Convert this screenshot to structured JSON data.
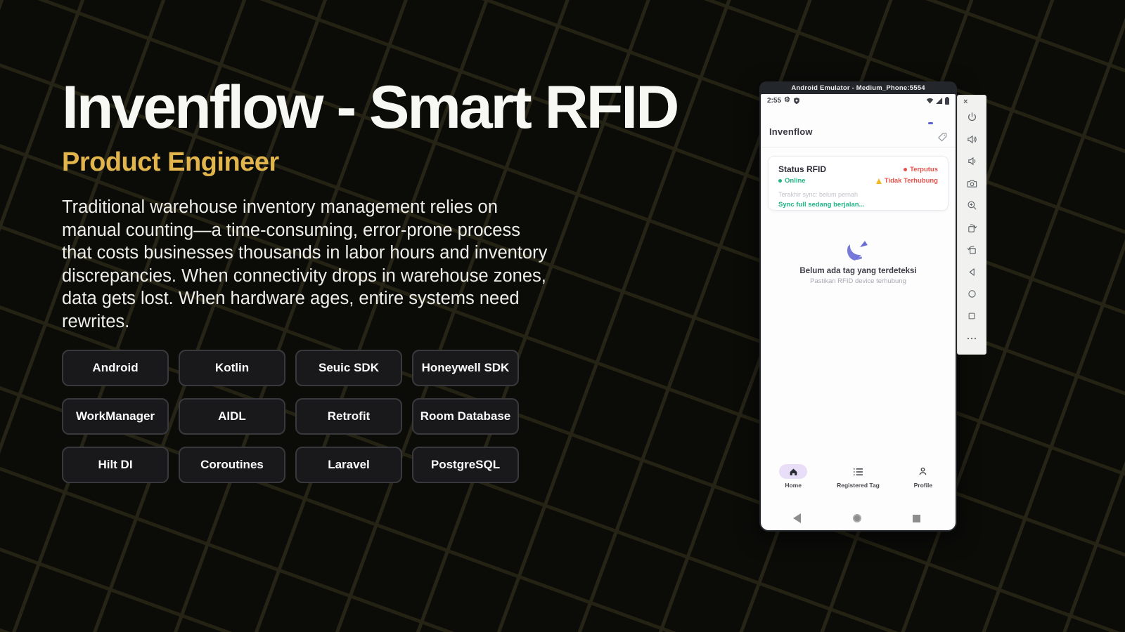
{
  "page": {
    "background": "#0b0b08",
    "grid_line_color": "#262417"
  },
  "hero": {
    "title": "Invenflow - Smart RFID",
    "role": "Product Engineer",
    "role_color": "#e2b54c",
    "description": "Traditional warehouse inventory management relies on manual counting—a time-consuming, error-prone process that costs businesses thousands in labor hours and inventory discrepancies. When connectivity drops in warehouse zones, data gets lost. When hardware ages, entire systems need rewrites."
  },
  "tech_stack": [
    "Android",
    "Kotlin",
    "Seuic SDK",
    "Honeywell SDK",
    "WorkManager",
    "AIDL",
    "Retrofit",
    "Room Database",
    "Hilt DI",
    "Coroutines",
    "Laravel",
    "PostgreSQL"
  ],
  "emulator": {
    "window_title": "Android Emulator - Medium_Phone:5554",
    "statusbar": {
      "time": "2:55",
      "gear_glyph": "⚙"
    },
    "toolbar": {
      "close_label": "×",
      "icons": [
        "power",
        "volume-up",
        "volume-down",
        "screenshot-camera",
        "zoom-in",
        "rotate-left",
        "rotate-right",
        "back",
        "home",
        "overview",
        "more"
      ]
    },
    "app": {
      "title": "Invenflow",
      "status_card": {
        "heading": "Status RFID",
        "network_status": "Terputus",
        "server_status": "Online",
        "device_status": "Tidak Terhubung",
        "last_sync": "Terakhir sync: belum pernah",
        "sync_progress": "Sync full sedang berjalan...",
        "online_color": "#1db584",
        "error_color": "#e8504a",
        "warning_color": "#f2b824"
      },
      "empty_state": {
        "title": "Belum ada tag yang terdeteksi",
        "subtitle": "Pastikan RFID device terhubung",
        "icon": "satellite-dish-icon",
        "icon_color": "#6a6ed6"
      },
      "nav": [
        {
          "label": "Home",
          "active": true
        },
        {
          "label": "Registered Tag",
          "active": false
        },
        {
          "label": "Profile",
          "active": false
        }
      ],
      "nav_active_pill_color": "#e8def8"
    }
  }
}
